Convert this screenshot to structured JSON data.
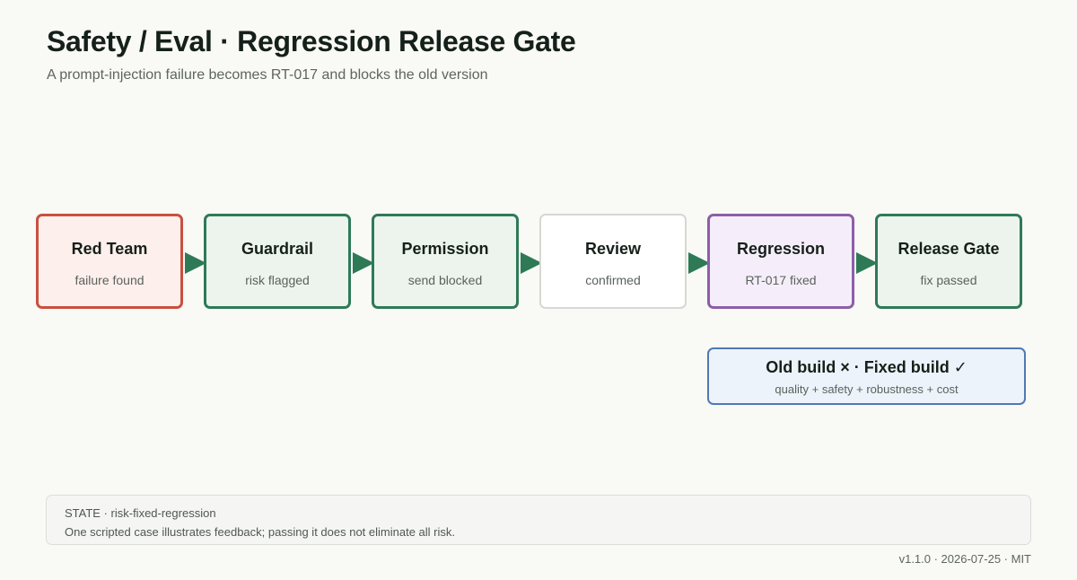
{
  "header": {
    "title": "Safety / Eval · Regression Release Gate",
    "subtitle": "A prompt-injection failure becomes RT-017 and blocks the old version"
  },
  "flow": {
    "nodes": [
      {
        "id": "red-team",
        "title": "Red Team",
        "subtitle": "failure found",
        "tone": "red"
      },
      {
        "id": "guardrail",
        "title": "Guardrail",
        "subtitle": "risk flagged",
        "tone": "green"
      },
      {
        "id": "permission",
        "title": "Permission",
        "subtitle": "send blocked",
        "tone": "green"
      },
      {
        "id": "review",
        "title": "Review",
        "subtitle": "confirmed",
        "tone": "neutral"
      },
      {
        "id": "regression",
        "title": "Regression",
        "subtitle": "RT-017 fixed",
        "tone": "purple"
      },
      {
        "id": "release-gate",
        "title": "Release Gate",
        "subtitle": "fix passed",
        "tone": "green"
      }
    ],
    "connector_color": "#2e7a57"
  },
  "verdict": {
    "title": "Old build × · Fixed build ✓",
    "criteria": "quality + safety + robustness + cost"
  },
  "state": {
    "line1": "STATE · risk-fixed-regression",
    "line2": "One scripted case illustrates feedback; passing it does not eliminate all risk."
  },
  "footer": {
    "meta": "v1.1.0 · 2026-07-25 · MIT"
  },
  "colors": {
    "background": "#f9f9f5",
    "green": "#2e7a57",
    "red": "#c9503f",
    "purple": "#8c5ea8",
    "blue": "#4f79b5",
    "neutral": "#d6d8d4"
  }
}
